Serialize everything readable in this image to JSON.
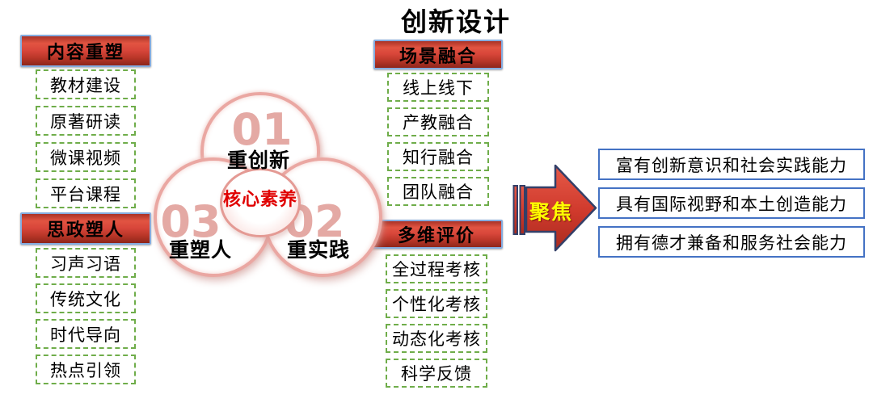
{
  "title": "创新设计",
  "groups": [
    {
      "header": "内容重塑",
      "items": [
        "教材建设",
        "原著研读",
        "微课视频",
        "平台课程"
      ]
    },
    {
      "header": "思政塑人",
      "items": [
        "习声习语",
        "传统文化",
        "时代导向",
        "热点引领"
      ]
    },
    {
      "header": "场景融合",
      "items": [
        "线上线下",
        "产教融合",
        "知行融合",
        "团队融合"
      ]
    },
    {
      "header": "多维评价",
      "items": [
        "全过程考核",
        "个性化考核",
        "动态化考核",
        "科学反馈"
      ]
    }
  ],
  "venn": {
    "center_label": "核心素养",
    "nodes": [
      {
        "number": "01",
        "label": "重创新"
      },
      {
        "number": "02",
        "label": "重实践"
      },
      {
        "number": "03",
        "label": "重塑人"
      }
    ]
  },
  "arrow": {
    "label": "聚焦"
  },
  "outcomes": [
    "富有创新意识和社会实践能力",
    "具有国际视野和本土创造能力",
    "拥有德才兼备和服务社会能力"
  ],
  "colors": {
    "header_red_bright": "#e25442",
    "header_red_dark": "#8e261b",
    "header_border_blue": "#85ade0",
    "item_border_green": "#6fad4a",
    "outcome_border_blue": "#4472c4",
    "arrow_fill_red": "#cf392c",
    "arrow_stroke_navy": "#333f68",
    "focus_label_yellow": "#ffff00",
    "core_label_red": "#e00000",
    "venn_ring_pink": "#eaa7a2"
  }
}
